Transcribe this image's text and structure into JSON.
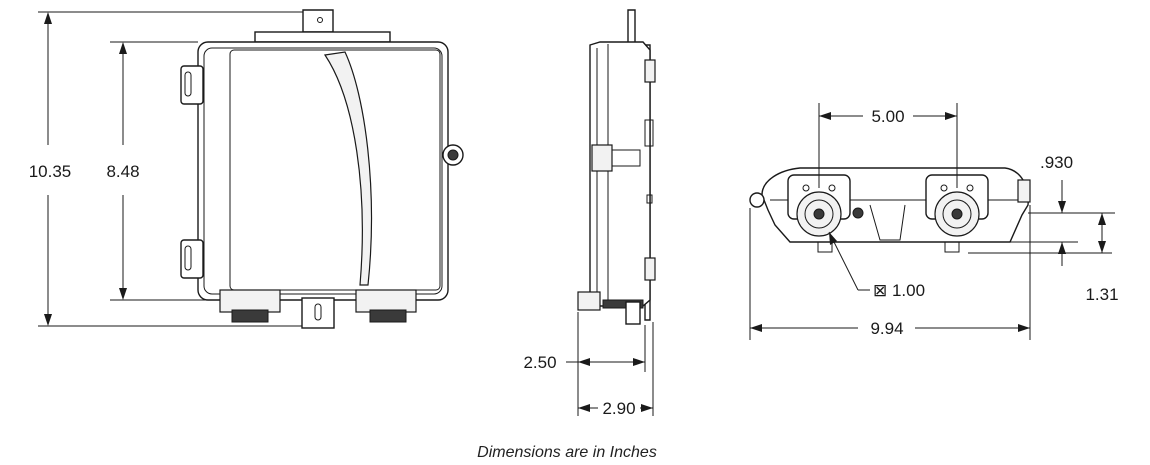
{
  "dimensions": {
    "front_height_overall": "10.35",
    "front_height_body": "8.48",
    "side_depth_body": "2.50",
    "side_depth_overall": "2.90",
    "bottom_hole_spacing": "5.00",
    "bottom_offset_a": ".930",
    "bottom_hole_size": "⊠ 1.00",
    "bottom_offset_b": "1.31",
    "bottom_width": "9.94"
  },
  "caption": "Dimensions are in Inches"
}
